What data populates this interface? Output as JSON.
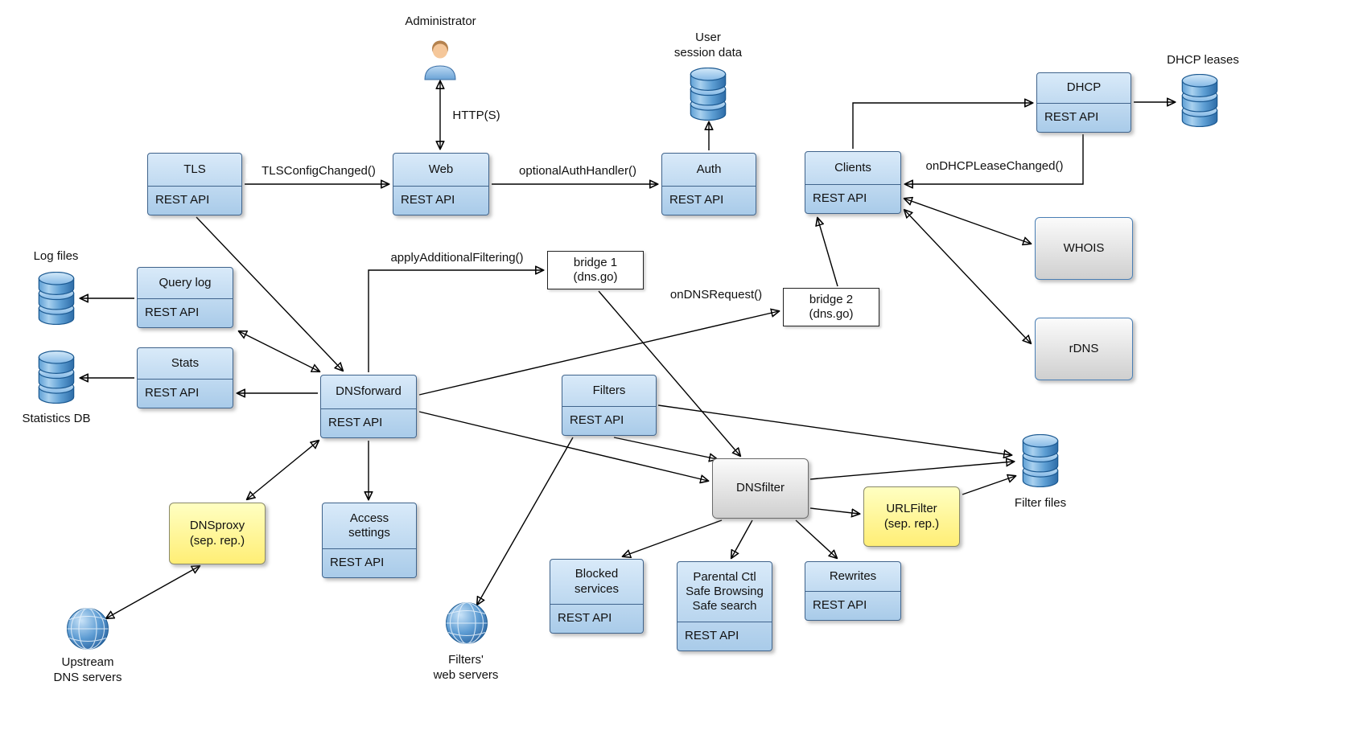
{
  "nodes": {
    "tls": {
      "title": "TLS",
      "api": "REST API"
    },
    "web": {
      "title": "Web",
      "api": "REST API"
    },
    "auth": {
      "title": "Auth",
      "api": "REST API"
    },
    "clients": {
      "title": "Clients",
      "api": "REST API"
    },
    "dhcp": {
      "title": "DHCP",
      "api": "REST API"
    },
    "query_log": {
      "title": "Query log",
      "api": "REST API"
    },
    "stats": {
      "title": "Stats",
      "api": "REST API"
    },
    "dnsforward": {
      "title": "DNSforward",
      "api": "REST API"
    },
    "filters": {
      "title": "Filters",
      "api": "REST API"
    },
    "access_settings": {
      "title": "Access\nsettings",
      "api": "REST API"
    },
    "blocked_services": {
      "title": "Blocked\nservices",
      "api": "REST API"
    },
    "parental": {
      "title": "Parental Ctl\nSafe Browsing\nSafe search",
      "api": "REST API"
    },
    "rewrites": {
      "title": "Rewrites",
      "api": "REST API"
    },
    "bridge1": {
      "title": "bridge 1\n(dns.go)"
    },
    "bridge2": {
      "title": "bridge 2\n(dns.go)"
    },
    "whois": {
      "title": "WHOIS"
    },
    "rdns": {
      "title": "rDNS"
    },
    "dnsfilter": {
      "title": "DNSfilter"
    },
    "dnsproxy": {
      "title": "DNSproxy\n(sep. rep.)"
    },
    "urlfilter": {
      "title": "URLFilter\n(sep. rep.)"
    }
  },
  "externals": {
    "administrator": {
      "label": "Administrator"
    },
    "user_session_data": {
      "label": "User\nsession data"
    },
    "dhcp_leases": {
      "label": "DHCP leases"
    },
    "log_files": {
      "label": "Log files"
    },
    "statistics_db": {
      "label": "Statistics DB"
    },
    "filter_files": {
      "label": "Filter files"
    },
    "upstream_dns": {
      "label": "Upstream\nDNS servers"
    },
    "filters_web_servers": {
      "label": "Filters'\nweb servers"
    }
  },
  "edge_labels": {
    "https": "HTTP(S)",
    "tls_config_changed": "TLSConfigChanged()",
    "optional_auth_handler": "optionalAuthHandler()",
    "on_dhcp_lease_changed": "onDHCPLeaseChanged()",
    "apply_additional_filtering": "applyAdditionalFiltering()",
    "on_dns_request": "onDNSRequest()"
  },
  "colors": {
    "module_fill_top": "#d9eaf9",
    "module_fill_bottom": "#a9cbe9",
    "module_border": "#40648c",
    "gray_fill_top": "#fbfbfb",
    "gray_fill_bottom": "#cfcfcf",
    "gray_border": "#4a7fb5",
    "yellow_fill_top": "#ffffc2",
    "yellow_fill_bottom": "#ffee75",
    "yellow_border": "#8a8a6a",
    "line": "#000000",
    "database_blue": "#3878b4",
    "globe_blue": "#3874ae"
  }
}
